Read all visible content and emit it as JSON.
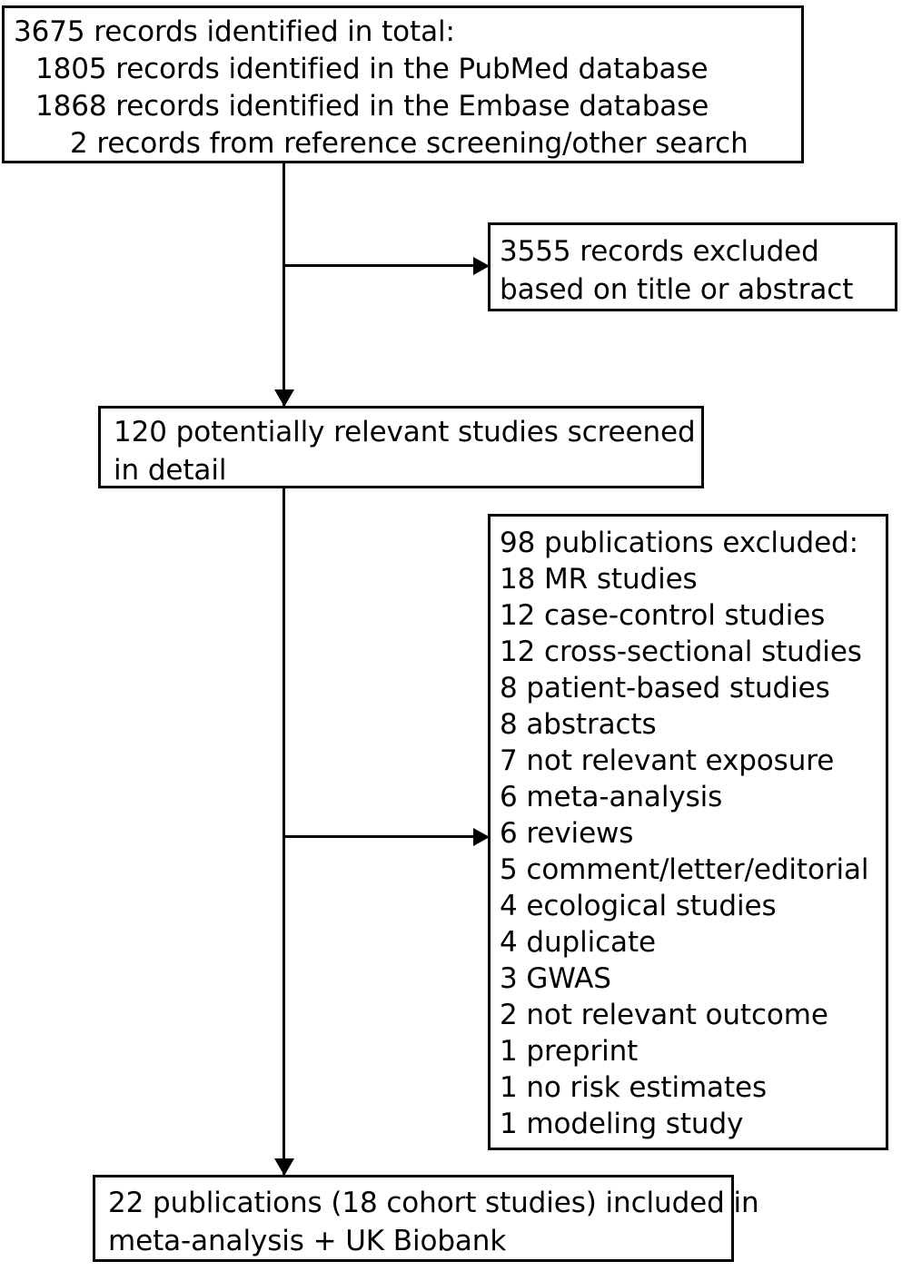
{
  "diagram": {
    "type": "prisma-flow-diagram",
    "title": "Study selection flow",
    "colors": {
      "stroke": "#000000",
      "background": "#ffffff",
      "text": "#000000"
    }
  },
  "boxes": {
    "records_identified": {
      "name": "records-identified",
      "lines": [
        "3675 records identified in total:",
        "1805 records identified in the PubMed database",
        "1868 records identified in the Embase database",
        "2 records from reference screening/other search"
      ],
      "indents": [
        0,
        1,
        1,
        2
      ]
    },
    "excluded_title_abstract": {
      "name": "excluded-title-abstract",
      "lines": [
        "3555 records excluded",
        "based on title or abstract"
      ]
    },
    "screened_in_detail": {
      "name": "screened-in-detail",
      "lines": [
        "120 potentially relevant studies screened",
        "in detail"
      ]
    },
    "publications_excluded": {
      "name": "publications-excluded",
      "lines": [
        "98 publications excluded:",
        "18 MR studies",
        "12 case-control studies",
        "12 cross-sectional studies",
        "8 patient-based studies",
        "8 abstracts",
        "7 not relevant exposure",
        "6 meta-analysis",
        "6 reviews",
        "5 comment/letter/editorial",
        "4 ecological studies",
        "4 duplicate",
        "3 GWAS",
        "2 not relevant outcome",
        "1 preprint",
        "1 no risk estimates",
        "1 modeling study"
      ]
    },
    "included": {
      "name": "included-publications",
      "lines": [
        "22 publications (18 cohort studies) included in",
        "meta-analysis + UK Biobank"
      ]
    }
  },
  "counts": {
    "total_identified": 3675,
    "pubmed": 1805,
    "embase": 1868,
    "reference_screening": 2,
    "excluded_title_abstract": 3555,
    "screened_in_detail": 120,
    "publications_excluded": 98,
    "included_publications": 22,
    "included_cohort_studies": 18
  },
  "exclusion_reasons": [
    {
      "count": 18,
      "reason": "MR studies"
    },
    {
      "count": 12,
      "reason": "case-control studies"
    },
    {
      "count": 12,
      "reason": "cross-sectional studies"
    },
    {
      "count": 8,
      "reason": "patient-based studies"
    },
    {
      "count": 8,
      "reason": "abstracts"
    },
    {
      "count": 7,
      "reason": "not relevant exposure"
    },
    {
      "count": 6,
      "reason": "meta-analysis"
    },
    {
      "count": 6,
      "reason": "reviews"
    },
    {
      "count": 5,
      "reason": "comment/letter/editorial"
    },
    {
      "count": 4,
      "reason": "ecological studies"
    },
    {
      "count": 4,
      "reason": "duplicate"
    },
    {
      "count": 3,
      "reason": "GWAS"
    },
    {
      "count": 2,
      "reason": "not relevant outcome"
    },
    {
      "count": 1,
      "reason": "preprint"
    },
    {
      "count": 1,
      "reason": "no risk estimates"
    },
    {
      "count": 1,
      "reason": "modeling study"
    }
  ]
}
